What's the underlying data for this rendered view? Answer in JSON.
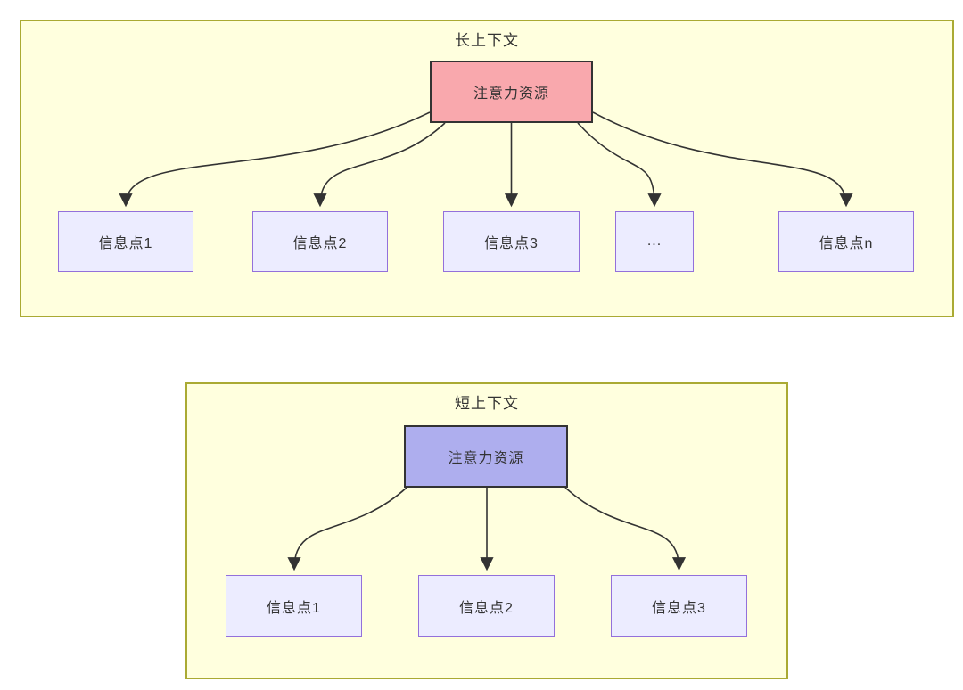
{
  "colors": {
    "page_background": "#ffffff",
    "container_fill": "#ffffde",
    "container_border": "#aaaa33",
    "attention_long_fill": "#f9a8ad",
    "attention_short_fill": "#aeaeee",
    "attention_border": "#333333",
    "info_fill": "#ececff",
    "info_border": "#9370db",
    "text": "#333333",
    "arrow": "#333333"
  },
  "long_context": {
    "title": "长上下文",
    "attention_label": "注意力资源",
    "nodes": [
      {
        "label": "信息点1"
      },
      {
        "label": "信息点2"
      },
      {
        "label": "信息点3"
      },
      {
        "label": "..."
      },
      {
        "label": "信息点n"
      }
    ]
  },
  "short_context": {
    "title": "短上下文",
    "attention_label": "注意力资源",
    "nodes": [
      {
        "label": "信息点1"
      },
      {
        "label": "信息点2"
      },
      {
        "label": "信息点3"
      }
    ]
  }
}
